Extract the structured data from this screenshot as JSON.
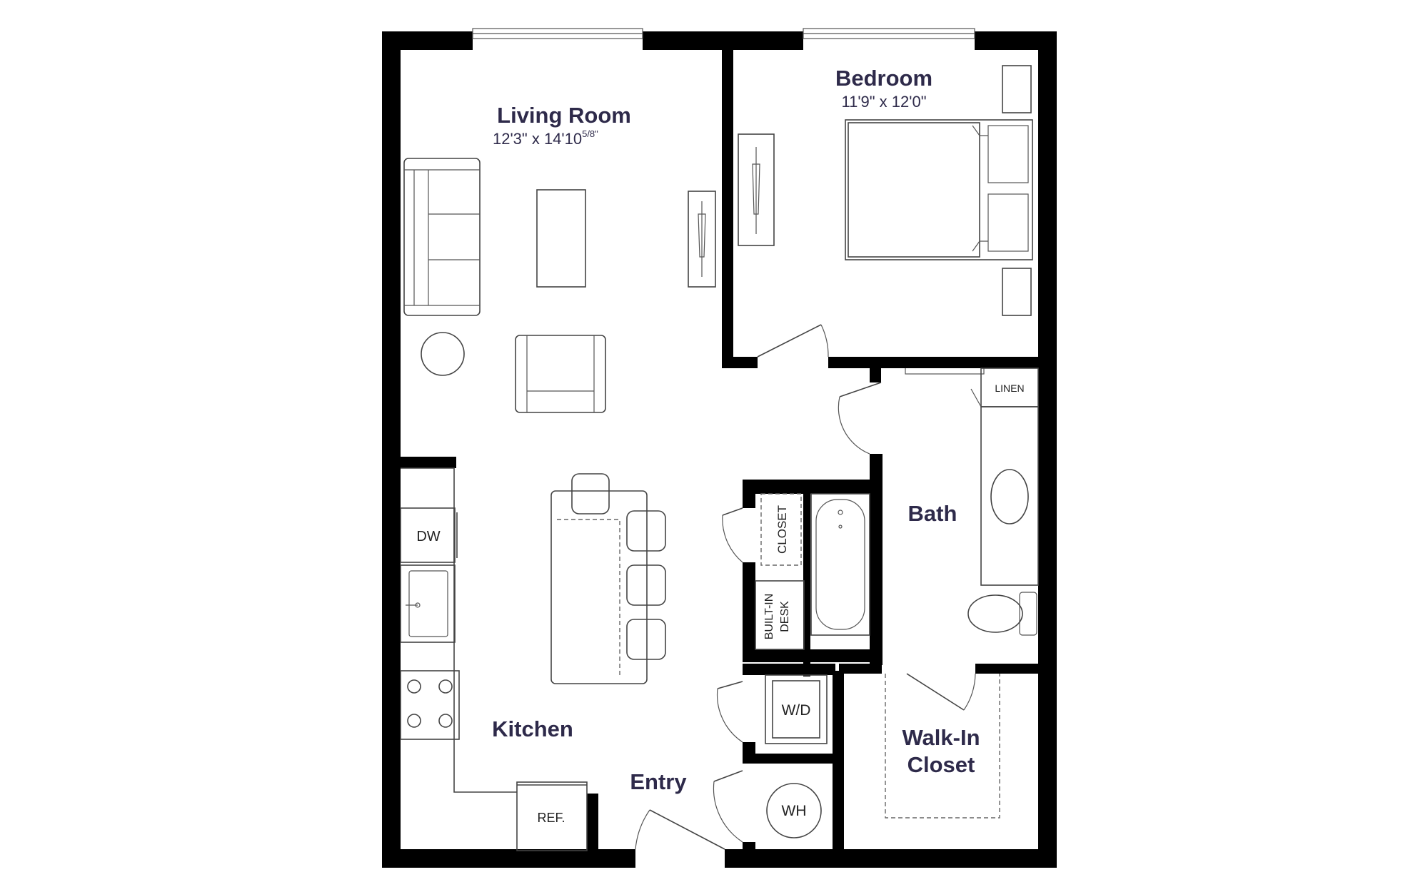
{
  "rooms": {
    "living": {
      "name": "Living Room",
      "dim_main": "12'3\" x 14'10",
      "dim_sup": "5/8\""
    },
    "bedroom": {
      "name": "Bedroom",
      "dim": "11'9\" x 12'0\""
    },
    "bath": {
      "name": "Bath"
    },
    "kitchen": {
      "name": "Kitchen"
    },
    "entry": {
      "name": "Entry"
    },
    "walkin_line1": "Walk-In",
    "walkin_line2": "Closet"
  },
  "fixtures": {
    "dw": "DW",
    "ref": "REF.",
    "wd": "W/D",
    "wh": "WH",
    "linen": "LINEN",
    "closet": "CLOSET",
    "desk_line1": "BUILT-IN",
    "desk_line2": "DESK"
  },
  "colors": {
    "wall": "#000000",
    "label": "#2e2a4a",
    "line": "#444444"
  }
}
